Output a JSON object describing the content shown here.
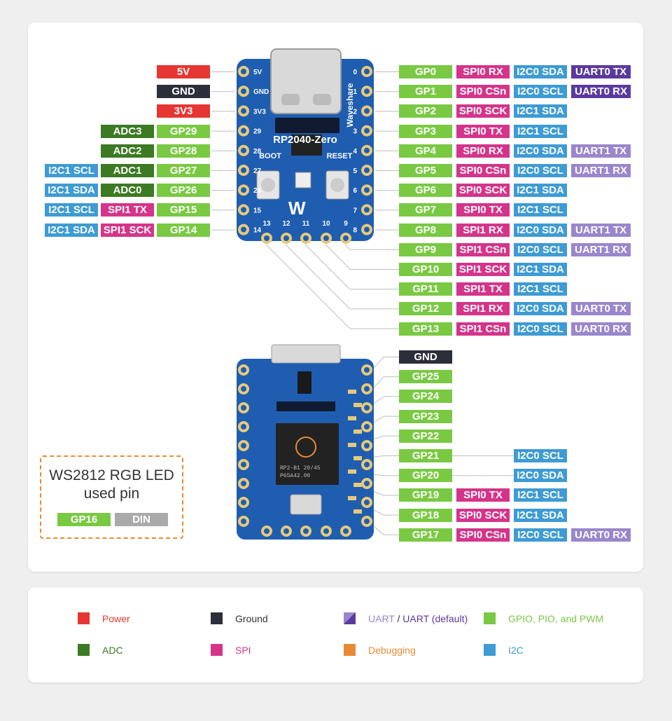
{
  "board_top": {
    "usb_label": "",
    "name": "RP2040-Zero",
    "brand": "Waveshare",
    "boot_label": "BOOT",
    "reset_label": "RESET",
    "silk_left": [
      "5V",
      "GND",
      "3V3",
      "29",
      "28",
      "27",
      "26",
      "15",
      "14"
    ],
    "silk_right": [
      "0",
      "1",
      "2",
      "3",
      "4",
      "5",
      "6",
      "7",
      "8"
    ],
    "silk_bottom": [
      "13",
      "12",
      "11",
      "10",
      "9"
    ]
  },
  "left_pins": [
    {
      "labels": [
        {
          "text": "5V",
          "color": "power"
        }
      ]
    },
    {
      "labels": [
        {
          "text": "GND",
          "color": "gnd"
        }
      ]
    },
    {
      "labels": [
        {
          "text": "3V3",
          "color": "power"
        }
      ]
    },
    {
      "labels": [
        {
          "text": "ADC3",
          "color": "adc"
        },
        {
          "text": "GP29",
          "color": "gpio"
        }
      ]
    },
    {
      "labels": [
        {
          "text": "ADC2",
          "color": "adc"
        },
        {
          "text": "GP28",
          "color": "gpio"
        }
      ]
    },
    {
      "labels": [
        {
          "text": "I2C1 SCL",
          "color": "i2c"
        },
        {
          "text": "ADC1",
          "color": "adc"
        },
        {
          "text": "GP27",
          "color": "gpio"
        }
      ]
    },
    {
      "labels": [
        {
          "text": "I2C1 SDA",
          "color": "i2c"
        },
        {
          "text": "ADC0",
          "color": "adc"
        },
        {
          "text": "GP26",
          "color": "gpio"
        }
      ]
    },
    {
      "labels": [
        {
          "text": "I2C1 SCL",
          "color": "i2c"
        },
        {
          "text": "SPI1 TX",
          "color": "spi"
        },
        {
          "text": "GP15",
          "color": "gpio"
        }
      ]
    },
    {
      "labels": [
        {
          "text": "I2C1 SDA",
          "color": "i2c"
        },
        {
          "text": "SPI1 SCK",
          "color": "spi"
        },
        {
          "text": "GP14",
          "color": "gpio"
        }
      ]
    }
  ],
  "right_pins": [
    {
      "labels": [
        {
          "text": "GP0",
          "color": "gpio"
        },
        {
          "text": "SPI0 RX",
          "color": "spi"
        },
        {
          "text": "I2C0 SDA",
          "color": "i2c"
        },
        {
          "text": "UART0 TX",
          "color": "uart"
        }
      ]
    },
    {
      "labels": [
        {
          "text": "GP1",
          "color": "gpio"
        },
        {
          "text": "SPI0 CSn",
          "color": "spi"
        },
        {
          "text": "I2C0 SCL",
          "color": "i2c"
        },
        {
          "text": "UART0 RX",
          "color": "uart"
        }
      ]
    },
    {
      "labels": [
        {
          "text": "GP2",
          "color": "gpio"
        },
        {
          "text": "SPI0 SCK",
          "color": "spi"
        },
        {
          "text": "I2C1 SDA",
          "color": "i2c"
        }
      ]
    },
    {
      "labels": [
        {
          "text": "GP3",
          "color": "gpio"
        },
        {
          "text": "SPI0 TX",
          "color": "spi"
        },
        {
          "text": "I2C1 SCL",
          "color": "i2c"
        }
      ]
    },
    {
      "labels": [
        {
          "text": "GP4",
          "color": "gpio"
        },
        {
          "text": "SPI0 RX",
          "color": "spi"
        },
        {
          "text": "I2C0 SDA",
          "color": "i2c"
        },
        {
          "text": "UART1 TX",
          "color": "uartalt"
        }
      ]
    },
    {
      "labels": [
        {
          "text": "GP5",
          "color": "gpio"
        },
        {
          "text": "SPI0 CSn",
          "color": "spi"
        },
        {
          "text": "I2C0 SCL",
          "color": "i2c"
        },
        {
          "text": "UART1 RX",
          "color": "uartalt"
        }
      ]
    },
    {
      "labels": [
        {
          "text": "GP6",
          "color": "gpio"
        },
        {
          "text": "SPI0 SCK",
          "color": "spi"
        },
        {
          "text": "I2C1 SDA",
          "color": "i2c"
        }
      ]
    },
    {
      "labels": [
        {
          "text": "GP7",
          "color": "gpio"
        },
        {
          "text": "SPI0 TX",
          "color": "spi"
        },
        {
          "text": "I2C1 SCL",
          "color": "i2c"
        }
      ]
    },
    {
      "labels": [
        {
          "text": "GP8",
          "color": "gpio"
        },
        {
          "text": "SPI1 RX",
          "color": "spi"
        },
        {
          "text": "I2C0 SDA",
          "color": "i2c"
        },
        {
          "text": "UART1 TX",
          "color": "uartalt"
        }
      ]
    },
    {
      "labels": [
        {
          "text": "GP9",
          "color": "gpio"
        },
        {
          "text": "SPI1 CSn",
          "color": "spi"
        },
        {
          "text": "I2C0 SCL",
          "color": "i2c"
        },
        {
          "text": "UART1 RX",
          "color": "uartalt"
        }
      ]
    },
    {
      "labels": [
        {
          "text": "GP10",
          "color": "gpio"
        },
        {
          "text": "SPI1 SCK",
          "color": "spi"
        },
        {
          "text": "I2C1 SDA",
          "color": "i2c"
        }
      ]
    },
    {
      "labels": [
        {
          "text": "GP11",
          "color": "gpio"
        },
        {
          "text": "SPI1 TX",
          "color": "spi"
        },
        {
          "text": "I2C1 SCL",
          "color": "i2c"
        }
      ]
    },
    {
      "labels": [
        {
          "text": "GP12",
          "color": "gpio"
        },
        {
          "text": "SPI1 RX",
          "color": "spi"
        },
        {
          "text": "I2C0 SDA",
          "color": "i2c"
        },
        {
          "text": "UART0 TX",
          "color": "uartalt"
        }
      ]
    },
    {
      "labels": [
        {
          "text": "GP13",
          "color": "gpio"
        },
        {
          "text": "SPI1 CSn",
          "color": "spi"
        },
        {
          "text": "I2C0 SCL",
          "color": "i2c"
        },
        {
          "text": "UART0 RX",
          "color": "uartalt"
        }
      ]
    }
  ],
  "back_pins": [
    {
      "labels": [
        {
          "text": "GND",
          "color": "gnd"
        }
      ]
    },
    {
      "labels": [
        {
          "text": "GP25",
          "color": "gpio"
        }
      ]
    },
    {
      "labels": [
        {
          "text": "GP24",
          "color": "gpio"
        }
      ]
    },
    {
      "labels": [
        {
          "text": "GP23",
          "color": "gpio"
        }
      ]
    },
    {
      "labels": [
        {
          "text": "GP22",
          "color": "gpio"
        }
      ]
    },
    {
      "labels": [
        {
          "text": "GP21",
          "color": "gpio"
        },
        {
          "text": "I2C0 SCL",
          "color": "i2c"
        }
      ]
    },
    {
      "labels": [
        {
          "text": "GP20",
          "color": "gpio"
        },
        {
          "text": "I2C0 SDA",
          "color": "i2c"
        }
      ]
    },
    {
      "labels": [
        {
          "text": "GP19",
          "color": "gpio"
        },
        {
          "text": "SPI0 TX",
          "color": "spi"
        },
        {
          "text": "I2C1 SCL",
          "color": "i2c"
        }
      ]
    },
    {
      "labels": [
        {
          "text": "GP18",
          "color": "gpio"
        },
        {
          "text": "SPI0 SCK",
          "color": "spi"
        },
        {
          "text": "I2C1 SDA",
          "color": "i2c"
        }
      ]
    },
    {
      "labels": [
        {
          "text": "GP17",
          "color": "gpio"
        },
        {
          "text": "SPI0 CSn",
          "color": "spi"
        },
        {
          "text": "I2C0 SCL",
          "color": "i2c"
        },
        {
          "text": "UART0 RX",
          "color": "uartalt"
        }
      ]
    }
  ],
  "board_back": {
    "chip_text_1": "RP2-B1   20/45",
    "chip_text_2": "P65A42.00"
  },
  "led_box": {
    "title_line1": "WS2812 RGB LED",
    "title_line2": "used pin",
    "pin": "GP16",
    "function": "DIN"
  },
  "legend": {
    "power": "Power",
    "ground": "Ground",
    "uart_a": "UART",
    "uart_sep": " / ",
    "uart_b": "UART (default)",
    "gpio": "GPIO, PIO, and PWM",
    "adc": "ADC",
    "spi": "SPI",
    "debug": "Debugging",
    "i2c": "I2C"
  },
  "colors": {
    "power": "#e63632",
    "gnd": "#2b2f3a",
    "gpio": "#7ac943",
    "adc": "#3c7a23",
    "spi": "#d4358a",
    "i2c": "#3e9bd4",
    "uart": "#5b3a9e",
    "uartalt": "#9a86cc",
    "debug": "#e88a33",
    "pcb": "#1f5db0",
    "pad": "#e6c97a"
  }
}
